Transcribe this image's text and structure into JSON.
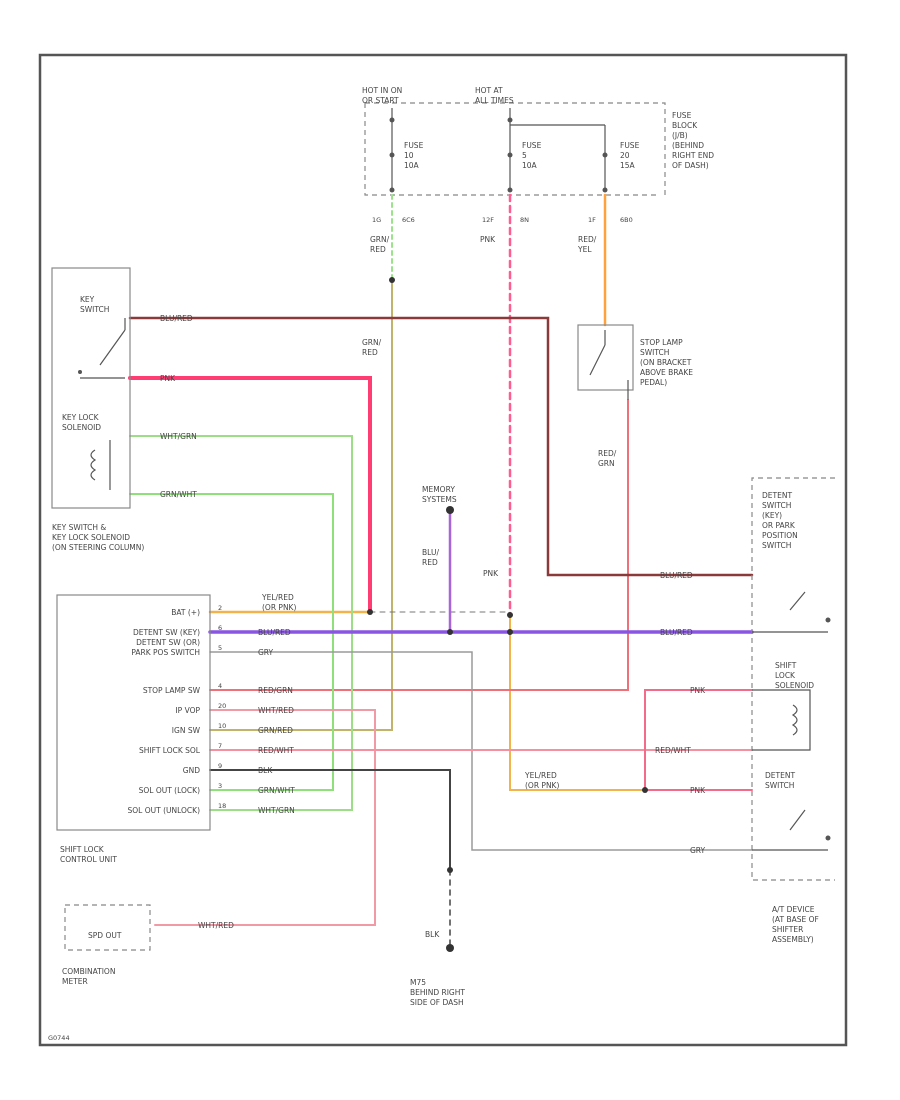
{
  "diagram": {
    "fuse_block": {
      "hot_label_left": "HOT IN ON\nOR START",
      "hot_label_right": "HOT AT\nALL TIMES",
      "description": "FUSE\nBLOCK\n(J/B)\n(BEHIND\nRIGHT END\nOF DASH)",
      "fuses": [
        {
          "name": "FUSE\n10\n10A",
          "pin": "1G",
          "circuit": "6C6"
        },
        {
          "name": "FUSE\n5\n10A",
          "pin": "12F",
          "circuit": "8N"
        },
        {
          "name": "FUSE\n20\n15A",
          "pin": "1F",
          "circuit": "6B0"
        }
      ]
    },
    "key_switch": {
      "label": "KEY\nSWITCH",
      "solenoid_label": "KEY LOCK\nSOLENOID",
      "description": "KEY SWITCH &\nKEY LOCK SOLENOID\n(ON STEERING COLUMN)"
    },
    "stop_lamp_switch": {
      "description": "STOP LAMP\nSWITCH\n(ON BRACKET\nABOVE BRAKE\nPEDAL)"
    },
    "memory_systems": {
      "label": "MEMORY\nSYSTEMS"
    },
    "control_unit": {
      "description": "SHIFT LOCK\nCONTROL UNIT",
      "terminals": [
        {
          "label": "BAT (+)",
          "pin": "2"
        },
        {
          "label": "DETENT SW (KEY)",
          "pin": "6"
        },
        {
          "label": "DETENT SW (OR)\nPARK POS SWITCH",
          "pin": "5"
        },
        {
          "label": "STOP LAMP SW",
          "pin": "4"
        },
        {
          "label": "IP VOP",
          "pin": "20"
        },
        {
          "label": "IGN SW",
          "pin": "10"
        },
        {
          "label": "SHIFT LOCK SOL",
          "pin": "7"
        },
        {
          "label": "GND",
          "pin": "9"
        },
        {
          "label": "SOL OUT (LOCK)",
          "pin": "3"
        },
        {
          "label": "SOL OUT (UNLOCK)",
          "pin": "18"
        }
      ]
    },
    "at_device": {
      "detent_switch_key": "DETENT\nSWITCH\n(KEY)\nOR PARK\nPOSITION\nSWITCH",
      "shift_lock_solenoid": "SHIFT\nLOCK\nSOLENOID",
      "detent_switch": "DETENT\nSWITCH",
      "description": "A/T DEVICE\n(AT BASE OF\nSHIFTER\nASSEMBLY)"
    },
    "combination_meter": {
      "inner_label": "SPD OUT",
      "description": "COMBINATION\nMETER"
    },
    "ground": {
      "label": "M75\nBEHIND RIGHT\nSIDE OF DASH"
    },
    "figure_id": "G0744",
    "wires": [
      {
        "id": "gry-red-ign",
        "color_code": "GRN/\nRED",
        "color": "#c8c89a",
        "highlight": "#9be38b"
      },
      {
        "id": "pnk-bat",
        "color_code": "PNK",
        "color": "#ff5d8f"
      },
      {
        "id": "red-yel-stop",
        "color_code": "RED/\nYEL",
        "color": "#ffa13d"
      },
      {
        "id": "blu-red-key",
        "color_code": "BLU/RED",
        "color": "#8b3a3a"
      },
      {
        "id": "pnk-key-sw",
        "color_code": "PNK",
        "color": "#ff3d73"
      },
      {
        "id": "wht-grn",
        "color_code": "WHT/GRN",
        "color": "#9cdd87"
      },
      {
        "id": "grn-wht",
        "color_code": "GRN/WHT",
        "color": "#8fe07a"
      },
      {
        "id": "blu-red-mem",
        "color_code": "BLU/\nRED",
        "color": "#a865d8"
      },
      {
        "id": "yel-red-bat",
        "color_code": "YEL/RED\n(OR PNK)",
        "color": "#f2b34a"
      },
      {
        "id": "blu-red-det",
        "color_code": "BLU/RED",
        "color": "#8a55e3"
      },
      {
        "id": "gry-det",
        "color_code": "GRY",
        "color": "#9a9a9a"
      },
      {
        "id": "red-grn-stop",
        "color_code": "RED/GRN",
        "color": "#c2b36a"
      },
      {
        "id": "wht-red-vsp",
        "color_code": "WHT/RED",
        "color": "#f09aa6"
      },
      {
        "id": "grn-red-ign",
        "color_code": "GRN/RED",
        "color": "#b5ad55"
      },
      {
        "id": "red-wht-sol",
        "color_code": "RED/WHT",
        "color": "#f590a0"
      },
      {
        "id": "blk-gnd",
        "color_code": "BLK",
        "color": "#444444"
      },
      {
        "id": "grn-wht-lock",
        "color_code": "GRN/WHT",
        "color": "#7dd66a"
      },
      {
        "id": "wht-grn-unlock",
        "color_code": "WHT/GRN",
        "color": "#9ccf6b"
      },
      {
        "id": "pnk-sol",
        "color_code": "PNK",
        "color": "#f26b8a"
      },
      {
        "id": "red-grn-stopsw",
        "color_code": "RED/\nGRN",
        "color": "#f0707a"
      }
    ]
  }
}
